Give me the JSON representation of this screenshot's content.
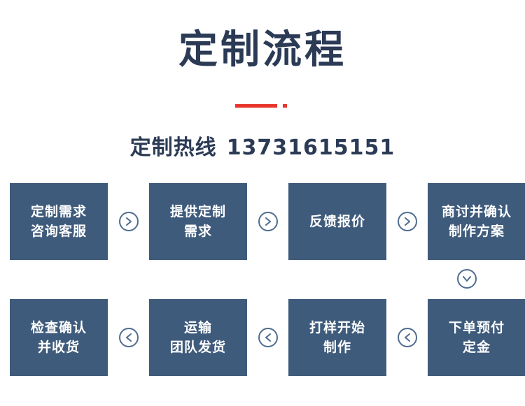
{
  "header": {
    "title": "定制流程",
    "hotline_label": "定制热线",
    "hotline_number": "13731615151",
    "accent_color": "#e8342a",
    "brand_color": "#2b3a55",
    "box_color": "#3f5b7c"
  },
  "flow": {
    "row1": [
      {
        "label": "定制需求\n咨询客服",
        "line1": "定制需求",
        "line2": "咨询客服"
      },
      {
        "label": "提供定制\n需求",
        "line1": "提供定制",
        "line2": "需求"
      },
      {
        "label": "反馈报价",
        "line1": "反馈报价",
        "line2": ""
      },
      {
        "label": "商讨并确认\n制作方案",
        "line1": "商讨并确认",
        "line2": "制作方案"
      }
    ],
    "row2": [
      {
        "label": "检查确认\n并收货",
        "line1": "检查确认",
        "line2": "并收货"
      },
      {
        "label": "运输\n团队发货",
        "line1": "运输",
        "line2": "团队发货"
      },
      {
        "label": "打样开始\n制作",
        "line1": "打样开始",
        "line2": "制作"
      },
      {
        "label": "下单预付\n定金",
        "line1": "下单预付",
        "line2": "定金"
      }
    ],
    "connectors": [
      {
        "name": "arrow-right-1",
        "direction": "right"
      },
      {
        "name": "arrow-right-2",
        "direction": "right"
      },
      {
        "name": "arrow-right-3",
        "direction": "right"
      },
      {
        "name": "arrow-down-1",
        "direction": "down"
      },
      {
        "name": "arrow-left-1",
        "direction": "left"
      },
      {
        "name": "arrow-left-2",
        "direction": "left"
      },
      {
        "name": "arrow-left-3",
        "direction": "left"
      }
    ]
  }
}
